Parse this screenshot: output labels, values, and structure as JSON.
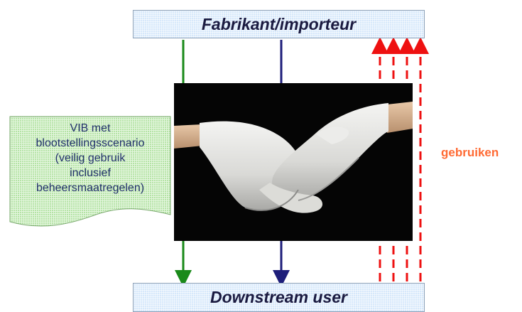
{
  "top_box": {
    "label": "Fabrikant/importeur"
  },
  "bottom_box": {
    "label": "Downstream user"
  },
  "note": {
    "lines": [
      "VIB met",
      "blootstellingsscenario",
      "(veilig gebruik",
      "inclusief",
      "beheersmaatregelen)"
    ]
  },
  "side_label": "gebruiken",
  "colors": {
    "green_arrow": "#1a8a1a",
    "navy_line": "#1e1e7a",
    "red_dashed": "#ee1111",
    "side_label": "#ff6a33",
    "note_fill": "#b5e3a6",
    "box_fill": "#d6e8fb"
  },
  "photo": {
    "subject": "handshake-gloved-hands"
  }
}
